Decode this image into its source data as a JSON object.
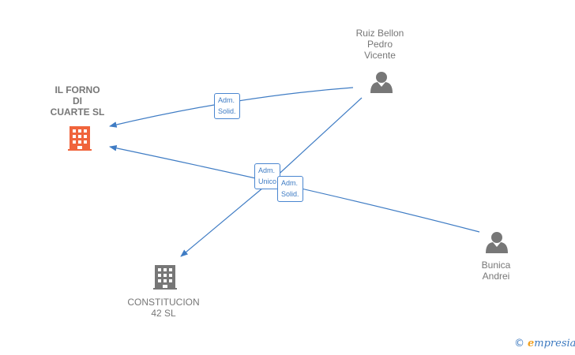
{
  "nodes": {
    "il_forno": {
      "label": "IL FORNO\nDI\nCUARTE  SL",
      "type": "company",
      "color": "#f0643c"
    },
    "ruiz_bellon": {
      "label": "Ruiz Bellon\nPedro\nVicente",
      "type": "person",
      "color": "#777777"
    },
    "bunica": {
      "label": "Bunica\nAndrei",
      "type": "person",
      "color": "#777777"
    },
    "constitucion": {
      "label": "CONSTITUCION\n42 SL",
      "type": "company",
      "color": "#777777"
    }
  },
  "edges": [
    {
      "from": "ruiz_bellon",
      "to": "il_forno",
      "role": [
        "Adm.",
        "Solid."
      ]
    },
    {
      "from": "ruiz_bellon",
      "to": "constitucion",
      "role": [
        "Adm.",
        "Unico"
      ]
    },
    {
      "from": "bunica",
      "to": "il_forno",
      "role": [
        "Adm.",
        "Solid."
      ]
    }
  ],
  "watermark": {
    "copyright": "©",
    "brand_initial": "e",
    "brand_rest": "mpresia"
  },
  "colors": {
    "edge": "#3f7cc4",
    "icon_gray": "#777777",
    "icon_main": "#f0643c"
  }
}
